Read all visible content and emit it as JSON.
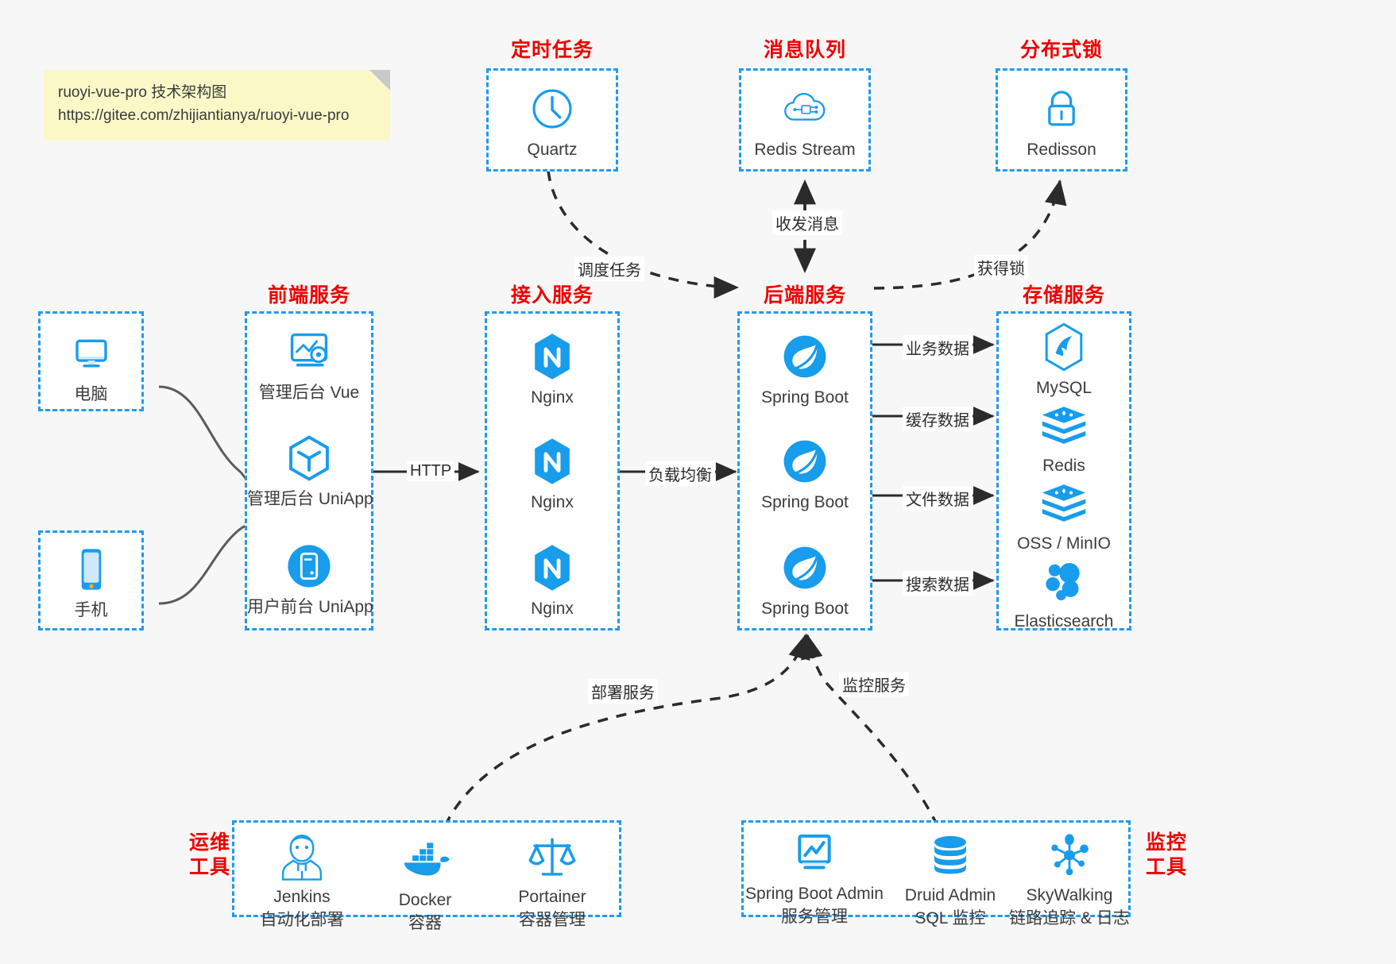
{
  "note": {
    "line1": "ruoyi-vue-pro 技术架构图",
    "line2": "https://gitee.com/zhijiantianya/ruoyi-vue-pro"
  },
  "colors": {
    "accent": "#1f9bf0",
    "title": "#ee0000",
    "icon": "#189cec",
    "edge": "#2b2b2b",
    "note_bg": "#fbf8c8",
    "canvas": "#f7f7f7"
  },
  "groups": {
    "scheduler": {
      "title": "定时任务",
      "items": [
        {
          "label": "Quartz",
          "icon": "clock-icon"
        }
      ]
    },
    "mq": {
      "title": "消息队列",
      "items": [
        {
          "label": "Redis Stream",
          "icon": "cloud-stream-icon"
        }
      ]
    },
    "lock": {
      "title": "分布式锁",
      "items": [
        {
          "label": "Redisson",
          "icon": "lock-icon"
        }
      ]
    },
    "devices": {
      "computer": {
        "label": "电脑",
        "icon": "monitor-icon"
      },
      "phone": {
        "label": "手机",
        "icon": "smartphone-icon"
      }
    },
    "frontend": {
      "title": "前端服务",
      "items": [
        {
          "label": "管理后台 Vue",
          "icon": "dashboard-icon"
        },
        {
          "label": "管理后台 UniApp",
          "icon": "cube-icon"
        },
        {
          "label": "用户前台 UniApp",
          "icon": "mobile-app-icon"
        }
      ]
    },
    "gateway": {
      "title": "接入服务",
      "items": [
        {
          "label": "Nginx",
          "icon": "nginx-icon"
        },
        {
          "label": "Nginx",
          "icon": "nginx-icon"
        },
        {
          "label": "Nginx",
          "icon": "nginx-icon"
        }
      ]
    },
    "backend": {
      "title": "后端服务",
      "items": [
        {
          "label": "Spring Boot",
          "icon": "spring-boot-icon"
        },
        {
          "label": "Spring Boot",
          "icon": "spring-boot-icon"
        },
        {
          "label": "Spring Boot",
          "icon": "spring-boot-icon"
        }
      ]
    },
    "storage": {
      "title": "存储服务",
      "items": [
        {
          "label": "MySQL",
          "icon": "mysql-icon"
        },
        {
          "label": "Redis",
          "icon": "redis-icon"
        },
        {
          "label": "OSS / MinIO",
          "icon": "oss-minio-icon"
        },
        {
          "label": "Elasticsearch",
          "icon": "elasticsearch-icon"
        }
      ]
    },
    "devops": {
      "title_line1": "运维",
      "title_line2": "工具",
      "items": [
        {
          "label": "Jenkins",
          "sub": "自动化部署",
          "icon": "jenkins-icon"
        },
        {
          "label": "Docker",
          "sub": "容器",
          "icon": "docker-icon"
        },
        {
          "label": "Portainer",
          "sub": "容器管理",
          "icon": "scales-icon"
        }
      ]
    },
    "monitor": {
      "title_line1": "监控",
      "title_line2": "工具",
      "items": [
        {
          "label": "Spring Boot Admin",
          "sub": "服务管理",
          "icon": "monitor-chart-icon"
        },
        {
          "label": "Druid Admin",
          "sub": "SQL 监控",
          "icon": "database-icon"
        },
        {
          "label": "SkyWalking",
          "sub": "链路追踪 & 日志",
          "icon": "skywalking-icon"
        }
      ]
    }
  },
  "edges": {
    "http": "HTTP",
    "load_balance": "负载均衡",
    "schedule_task": "调度任务",
    "send_receive_message": "收发消息",
    "acquire_lock": "获得锁",
    "business_data": "业务数据",
    "cache_data": "缓存数据",
    "file_data": "文件数据",
    "search_data": "搜索数据",
    "deploy_service": "部署服务",
    "monitor_service": "监控服务"
  }
}
